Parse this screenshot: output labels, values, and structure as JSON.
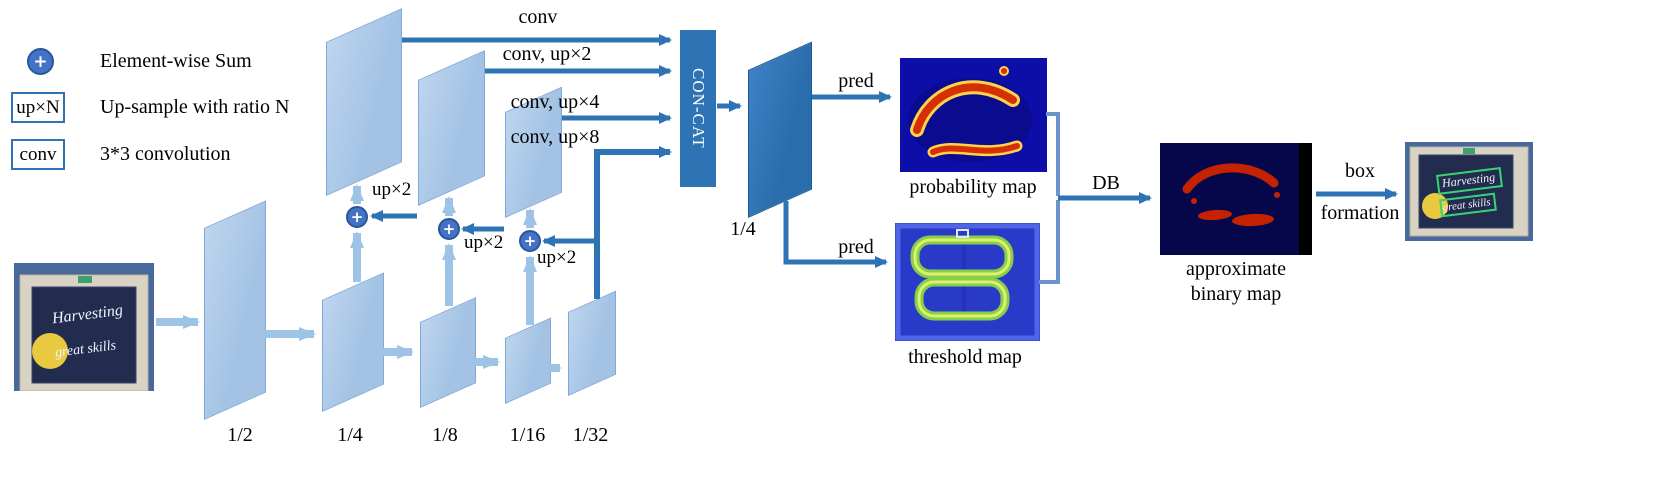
{
  "colors": {
    "arrow_dark": "#2e74b5",
    "arrow_light": "#9dc3e6",
    "feature_map_fill": "#aac7e6",
    "fused_map_fill": "#2e74b5",
    "plus_circle": "#4472c4"
  },
  "legend": {
    "plus_symbol": "+",
    "sum_label": "Element-wise Sum",
    "up_symbol": "up×N",
    "up_label": "Up-sample with ratio N",
    "conv_symbol": "conv",
    "conv_label": "3*3 convolution"
  },
  "backbone": {
    "scale_labels": [
      "1/2",
      "1/4",
      "1/8",
      "1/16",
      "1/32"
    ]
  },
  "fpn": {
    "plus_symbol": "+",
    "up_labels": [
      "up×2",
      "up×2",
      "up×2"
    ],
    "conv_arrow_labels": [
      "conv",
      "conv, up×2",
      "conv, up×4",
      "conv, up×8"
    ]
  },
  "head": {
    "concat_label": "CON-CAT",
    "fused_scale_label": "1/4",
    "pred_top_label": "pred",
    "pred_bottom_label": "pred",
    "db_label": "DB",
    "box_formation_line1": "box",
    "box_formation_line2": "formation"
  },
  "captions": {
    "probability_map": "probability map",
    "threshold_map": "threshold map",
    "binary_map_line1": "approximate",
    "binary_map_line2": "binary map"
  },
  "photo": {
    "text_line1": "Harvesting",
    "text_line2": "great skills"
  }
}
